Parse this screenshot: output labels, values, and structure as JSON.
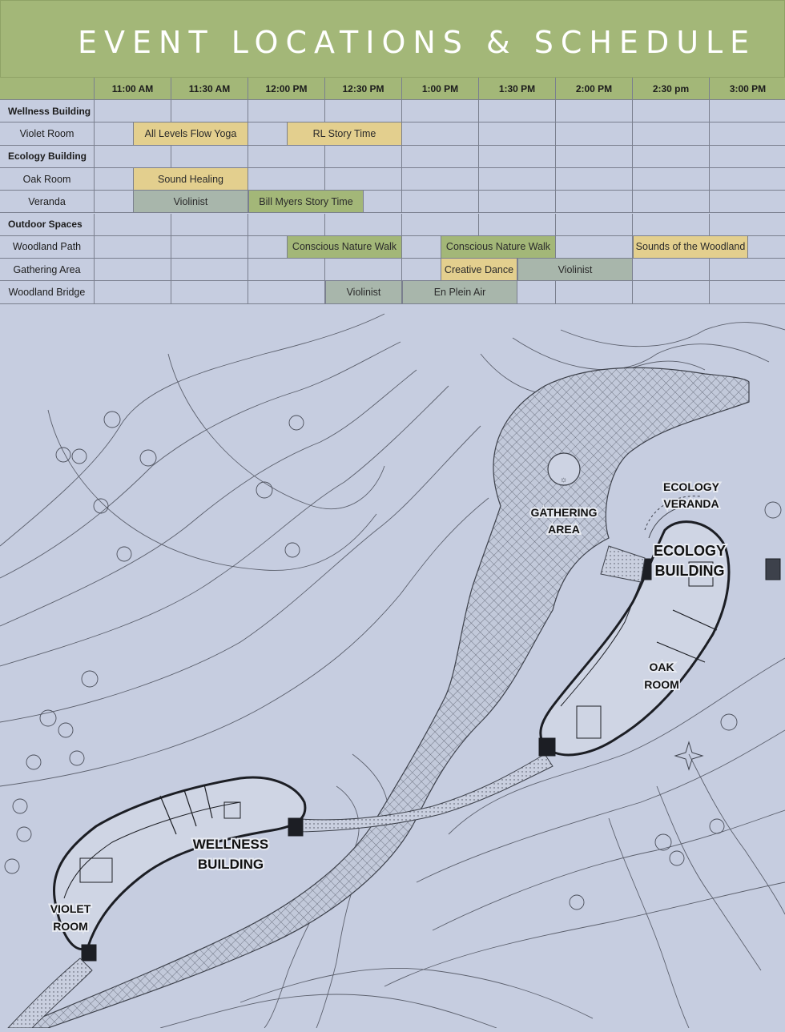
{
  "page": {
    "title": "EVENT LOCATIONS & SCHEDULE"
  },
  "schedule": {
    "times": [
      "11:00 AM",
      "11:30 AM",
      "12:00 PM",
      "12:30 PM",
      "1:00 PM",
      "1:30 PM",
      "2:00 PM",
      "2:30 pm",
      "3:00 PM"
    ],
    "rows": [
      {
        "label": "Wellness Building",
        "section": true
      },
      {
        "label": "Violet Room",
        "section": false
      },
      {
        "label": "Ecology Building",
        "section": true
      },
      {
        "label": "Oak Room",
        "section": false
      },
      {
        "label": "Veranda",
        "section": false
      },
      {
        "label": "Outdoor Spaces",
        "section": true
      },
      {
        "label": "Woodland Path",
        "section": false
      },
      {
        "label": "Gathering Area",
        "section": false
      },
      {
        "label": "Woodland Bridge",
        "section": false
      }
    ],
    "events": [
      {
        "row": 1,
        "start": 0.5,
        "end": 2.0,
        "label": "All Levels Flow Yoga",
        "style": "tan"
      },
      {
        "row": 1,
        "start": 2.5,
        "end": 4.0,
        "label": "RL Story Time",
        "style": "tan"
      },
      {
        "row": 3,
        "start": 0.5,
        "end": 2.0,
        "label": "Sound Healing",
        "style": "tan"
      },
      {
        "row": 4,
        "start": 0.5,
        "end": 2.0,
        "label": "Violinist",
        "style": "sage"
      },
      {
        "row": 4,
        "start": 2.0,
        "end": 3.5,
        "label": "Bill Myers Story Time",
        "style": "green"
      },
      {
        "row": 6,
        "start": 2.5,
        "end": 4.0,
        "label": "Conscious Nature Walk",
        "style": "green"
      },
      {
        "row": 6,
        "start": 4.5,
        "end": 6.0,
        "label": "Conscious Nature Walk",
        "style": "green"
      },
      {
        "row": 6,
        "start": 7.0,
        "end": 8.5,
        "label": "Sounds of the Woodland",
        "style": "tan"
      },
      {
        "row": 7,
        "start": 4.5,
        "end": 5.5,
        "label": "Creative Dance",
        "style": "tan"
      },
      {
        "row": 7,
        "start": 5.5,
        "end": 7.0,
        "label": "Violinist",
        "style": "sage"
      },
      {
        "row": 8,
        "start": 3.0,
        "end": 4.0,
        "label": "Violinist",
        "style": "sage"
      },
      {
        "row": 8,
        "start": 4.0,
        "end": 5.5,
        "label": "En Plein Air",
        "style": "sage"
      }
    ]
  },
  "colors": {
    "header_green": "#a3b778",
    "background": "#c6cde0",
    "tan": "#e3cf8e",
    "green": "#a3b778",
    "sage": "#a8b6ab"
  },
  "map": {
    "labels": {
      "gathering_area": [
        "GATHERING",
        "AREA"
      ],
      "ecology_veranda": [
        "ECOLOGY",
        "VERANDA"
      ],
      "ecology_building": [
        "ECOLOGY",
        "BUILDING"
      ],
      "oak_room": [
        "OAK",
        "ROOM"
      ],
      "wellness_building": [
        "WELLNESS",
        "BUILDING"
      ],
      "violet_room": [
        "VIOLET",
        "ROOM"
      ]
    }
  }
}
